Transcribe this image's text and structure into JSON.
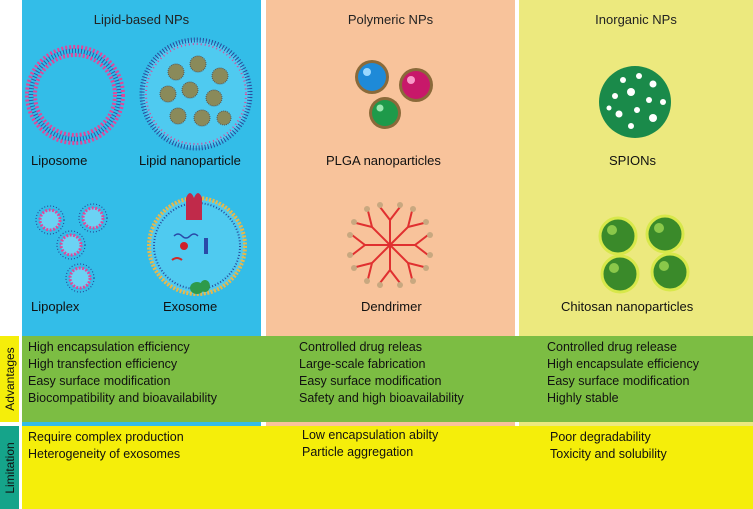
{
  "columns": [
    {
      "title": "Lipid-based NPs",
      "items": [
        "Liposome",
        "Lipid nanoparticle",
        "Lipoplex",
        "Exosome"
      ]
    },
    {
      "title": "Polymeric NPs",
      "items": [
        "PLGA nanoparticles",
        "Dendrimer"
      ]
    },
    {
      "title": "Inorganic NPs",
      "items": [
        "SPIONs",
        "Chitosan  nanoparticles"
      ]
    }
  ],
  "rows": {
    "advantages_label": "Advantages",
    "limitation_label": "Limitation"
  },
  "advantages": [
    [
      "High encapsulation efficiency",
      "High transfection efficiency",
      "Easy surface modification",
      "Biocompatibility and bioavailability"
    ],
    [
      "Controlled drug releas",
      "Large-scale fabrication",
      "Easy surface modification",
      "Safety and high bioavailability"
    ],
    [
      "Controlled drug release",
      "High encapsulate efficiency",
      "Easy surface modification",
      "Highly stable"
    ]
  ],
  "limitations": [
    [
      "Require complex production",
      "Heterogeneity of exosomes"
    ],
    [
      "Low encapsulation abilty",
      "Particle aggregation"
    ],
    [
      "Poor degradability",
      "Toxicity and solubility"
    ]
  ],
  "colors": {
    "lipid_bg": "#33bde8",
    "polymeric_bg": "#f8c39b",
    "inorganic_bg": "#ece97e",
    "advantages_bg": "#7cbd43",
    "limitation_bg": "#f5ee0a",
    "side_adv_bg": "#f5ee0a",
    "side_lim_bg": "#15a48a"
  },
  "icons": [
    "liposome-icon",
    "lipid-nanoparticle-icon",
    "lipoplex-icon",
    "exosome-icon",
    "plga-nanoparticles-icon",
    "dendrimer-icon",
    "spion-icon",
    "chitosan-nanoparticles-icon"
  ]
}
